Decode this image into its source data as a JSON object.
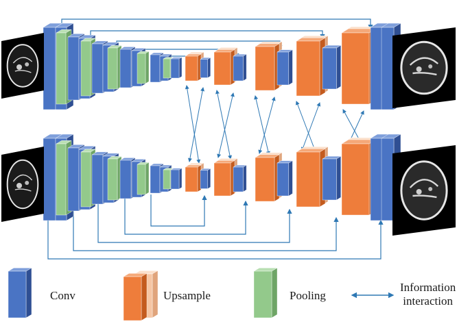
{
  "legend": {
    "conv": "Conv",
    "upsample": "Upsample",
    "pooling": "Pooling",
    "info_line1": "Information",
    "info_line2": "interaction"
  },
  "colors": {
    "conv": "#4a74c4",
    "upsample": "#ee7d3b",
    "upsample_light": "#f6c6a4",
    "pooling": "#93c98b",
    "connector": "#2e78b4",
    "scan_bg": "#000000"
  },
  "icons": [
    "ct-scan-input-top",
    "ct-scan-output-top",
    "ct-scan-input-bottom",
    "ct-scan-output-bottom",
    "bidirectional-arrow-icon"
  ]
}
